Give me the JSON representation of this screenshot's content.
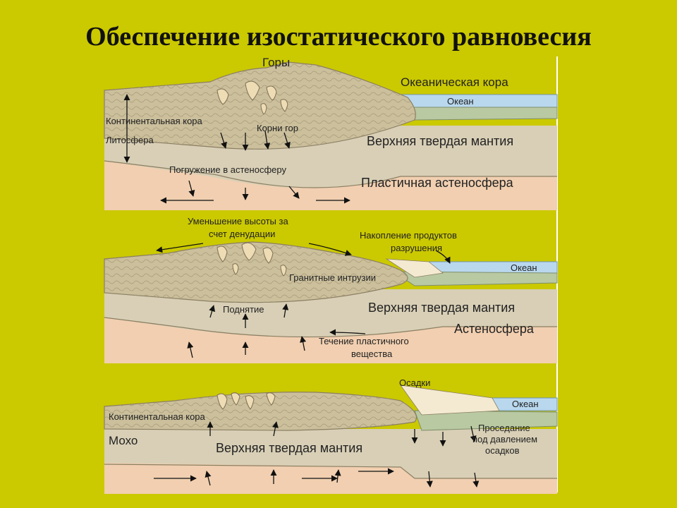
{
  "title": "Обеспечение изостатического равновесия",
  "panel1": {
    "mountains": "Горы",
    "oceanic_crust": "Океаническая кора",
    "ocean": "Океан",
    "continental_crust": "Континентальная кора",
    "mountain_roots": "Корни гор",
    "lithosphere": "Литосфера",
    "upper_mantle": "Верхняя твердая мантия",
    "sinking": "Погружение в астеносферу",
    "plastic_asthenosphere": "Пластичная астеносфера"
  },
  "panel2": {
    "height_reduction_1": "Уменьшение высоты за",
    "height_reduction_2": "счет денудации",
    "debris_1": "Накопление продуктов",
    "debris_2": "разрушения",
    "ocean": "Океан",
    "granite": "Гранитные интрузии",
    "uplift": "Поднятие",
    "upper_mantle": "Верхняя твердая мантия",
    "asthenosphere": "Астеносфера",
    "flow_1": "Течение пластичного",
    "flow_2": "вещества"
  },
  "panel3": {
    "sediments": "Осадки",
    "ocean": "Океан",
    "continental_crust": "Континентальная кора",
    "moho": "Мохо",
    "upper_mantle": "Верхняя твердая мантия",
    "subsidence_1": "Проседание",
    "subsidence_2": "под давлением",
    "subsidence_3": "осадков"
  },
  "colors": {
    "background": "#cbc900",
    "crust": "#cbbf9c",
    "mantle": "#d8cfb6",
    "asthenosphere": "#f1cfb0",
    "ocean": "#b9d8ee",
    "oceanic_crust": "#b9c9a2",
    "sediment": "#f4ead2"
  }
}
